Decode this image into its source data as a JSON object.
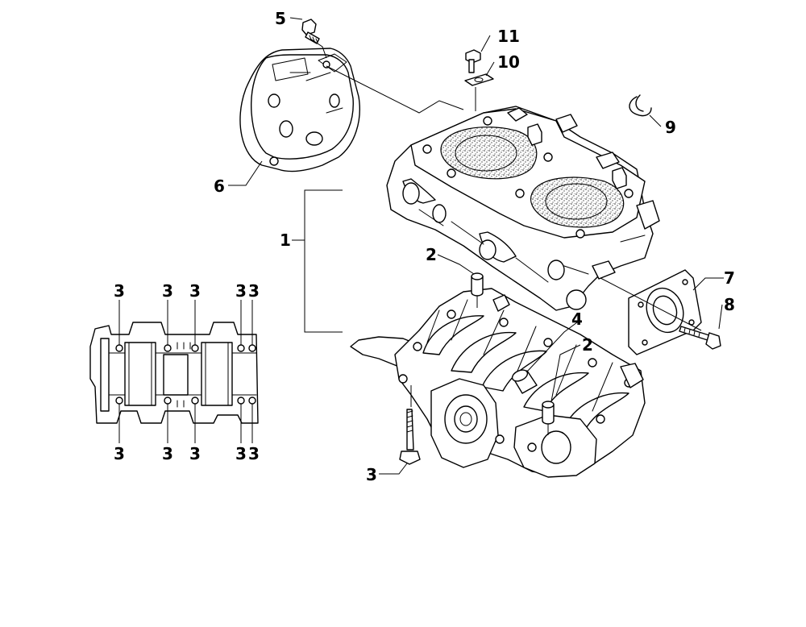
{
  "callouts": {
    "c1": "1",
    "c2a": "2",
    "c2b": "2",
    "c3_bolt": "3",
    "c3_t1": "3",
    "c3_t2": "3",
    "c3_t3": "3",
    "c3_t4": "3",
    "c3_t5": "3",
    "c3_b1": "3",
    "c3_b2": "3",
    "c3_b3": "3",
    "c3_b4": "3",
    "c3_b5": "3",
    "c4": "4",
    "c5": "5",
    "c6": "6",
    "c7": "7",
    "c8": "8",
    "c9": "9",
    "c10": "10",
    "c11": "11"
  }
}
